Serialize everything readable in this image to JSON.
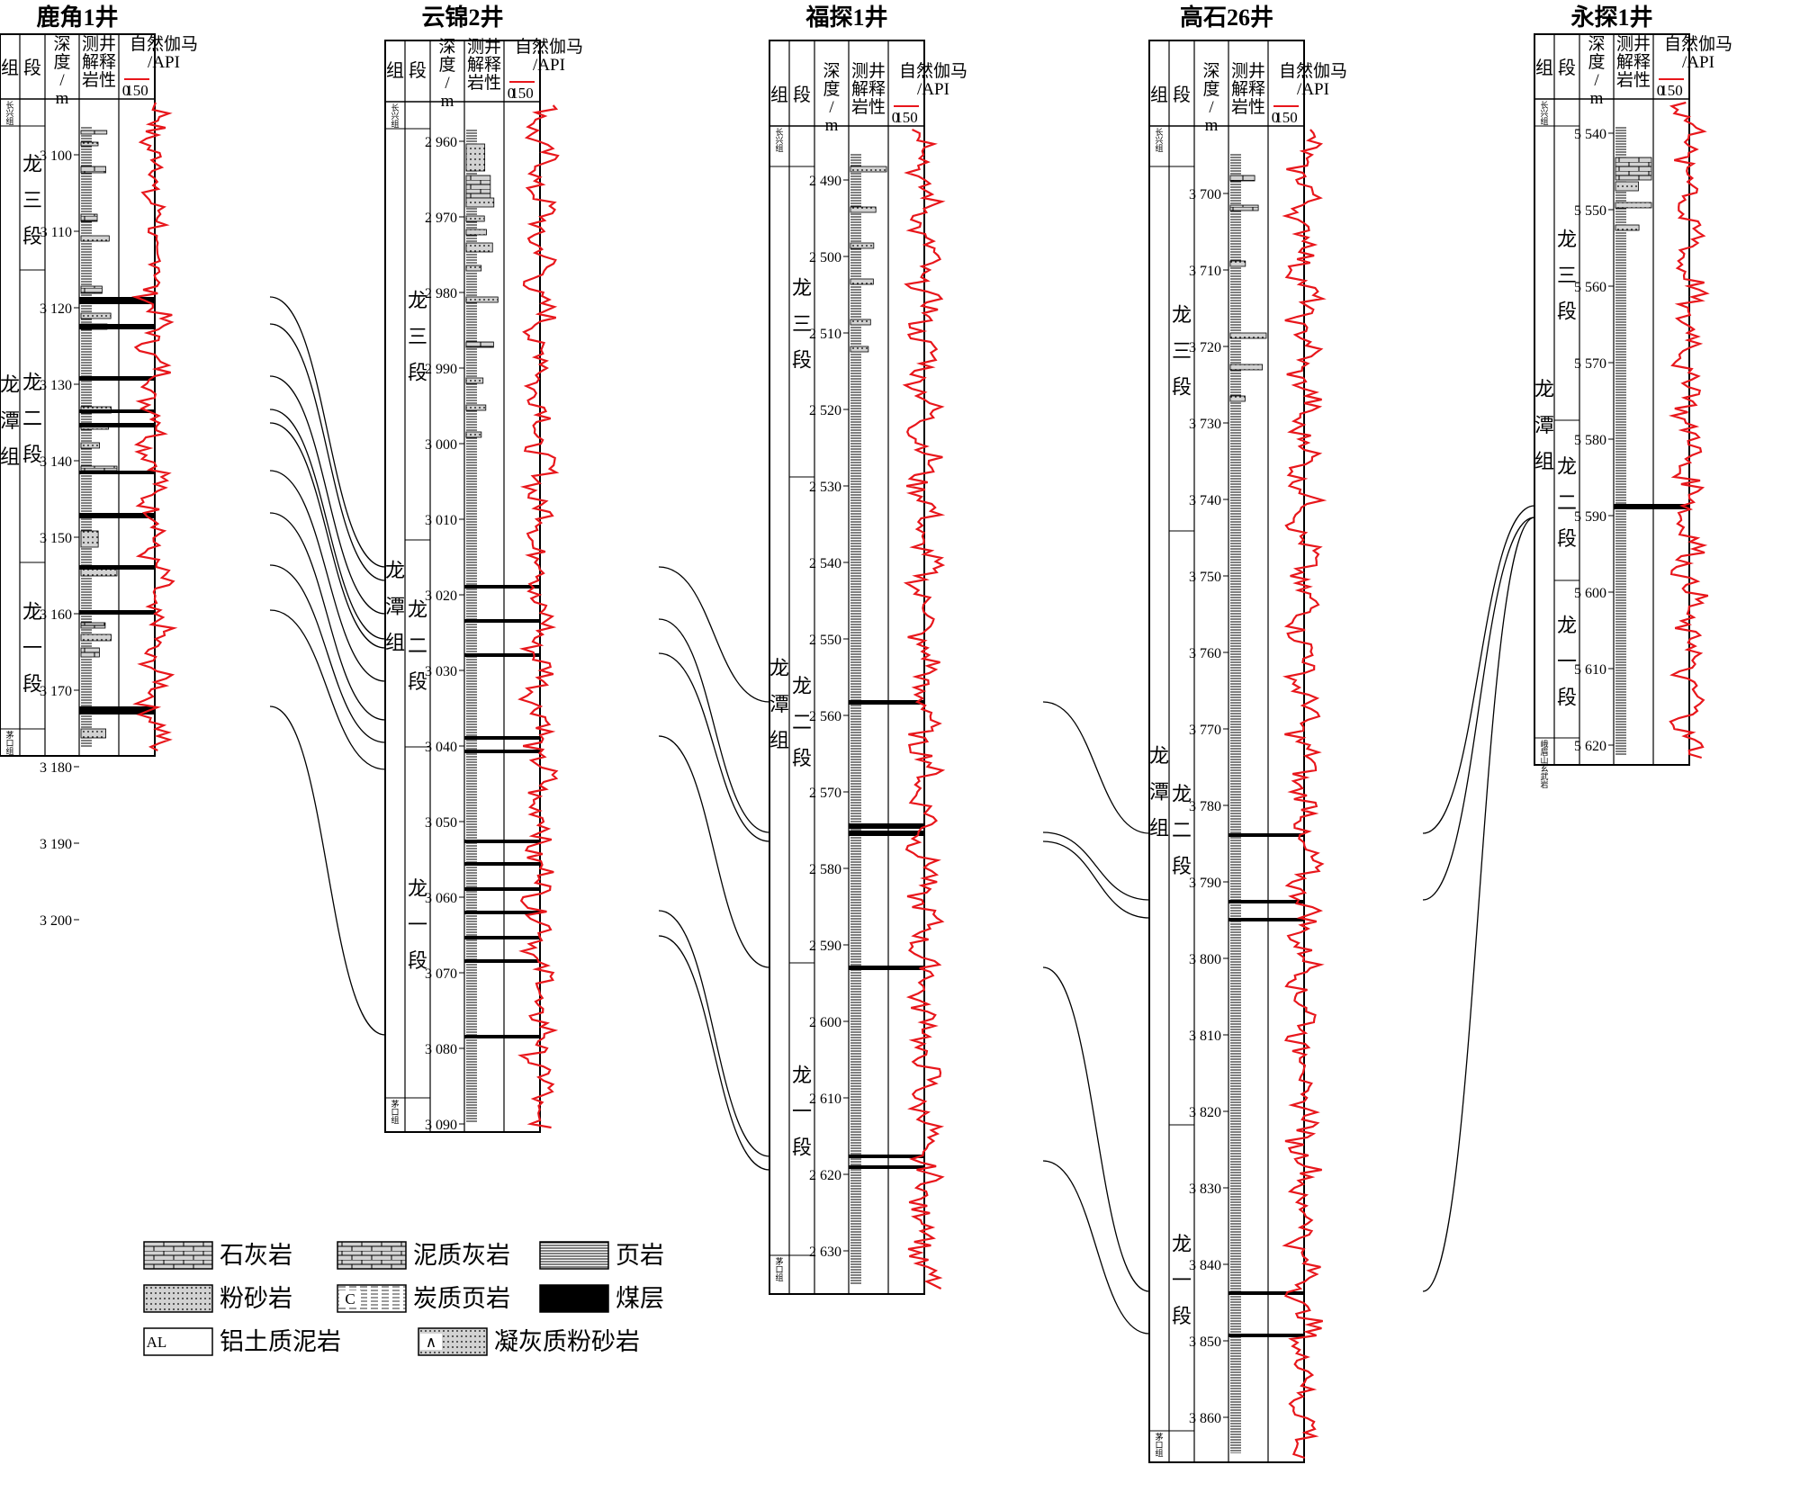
{
  "headers": {
    "group": "组",
    "member": "段",
    "depth": "深度/m",
    "lithology": "测井解释岩性",
    "gr": "自然伽马/API",
    "gr_min": "0",
    "gr_max": "150"
  },
  "colors": {
    "gr_curve": "#e8161b",
    "coal": "#000000",
    "lithology_fill": "#cfcfcf"
  },
  "wells": [
    {
      "name": "鹿角1井",
      "ticks": [
        "3 100",
        "3 110",
        "3 120",
        "3 130",
        "3 140",
        "3 150",
        "3 160",
        "3 170",
        "3 180",
        "3 190",
        "3 200"
      ],
      "top_formation": "长兴组",
      "main_formation": "龙潭组",
      "base_formation": "茅口组",
      "members": [
        "龙三段",
        "龙二段",
        "龙一段"
      ]
    },
    {
      "name": "云锦2井",
      "ticks": [
        "2 960",
        "2 970",
        "2 980",
        "2 990",
        "3 000",
        "3 010",
        "3 020",
        "3 030",
        "3 040",
        "3 050",
        "3 060",
        "3 070",
        "3 080",
        "3 090"
      ],
      "top_formation": "长兴组",
      "main_formation": "龙潭组",
      "base_formation": "茅口组",
      "members": [
        "龙三段",
        "龙二段",
        "龙一段"
      ]
    },
    {
      "name": "福探1井",
      "ticks": [
        "2 490",
        "2 500",
        "2 510",
        "2 520",
        "2 530",
        "2 540",
        "2 550",
        "2 560",
        "2 570",
        "2 580",
        "2 590",
        "2 600",
        "2 610",
        "2 620",
        "2 630"
      ],
      "top_formation": "长兴组",
      "main_formation": "龙潭组",
      "base_formation": "茅口组",
      "members": [
        "龙三段",
        "龙二段",
        "龙一段"
      ]
    },
    {
      "name": "高石26井",
      "ticks": [
        "3 700",
        "3 710",
        "3 720",
        "3 730",
        "3 740",
        "3 750",
        "3 760",
        "3 770",
        "3 780",
        "3 790",
        "3 800",
        "3 810",
        "3 820",
        "3 830",
        "3 840",
        "3 850",
        "3 860"
      ],
      "top_formation": "长兴组",
      "main_formation": "龙潭组",
      "base_formation": "茅口组",
      "members": [
        "龙三段",
        "龙二段",
        "龙一段"
      ]
    },
    {
      "name": "永探1井",
      "ticks": [
        "5 540",
        "5 550",
        "5 560",
        "5 570",
        "5 580",
        "5 590",
        "5 600",
        "5 610",
        "5 620"
      ],
      "top_formation": "长兴组",
      "main_formation": "龙潭组",
      "base_formation": "峨眉山玄武岩",
      "members": [
        "龙三段",
        "龙二段",
        "龙一段"
      ]
    }
  ],
  "legend": [
    {
      "label": "石灰岩",
      "pattern": "limestone"
    },
    {
      "label": "泥质灰岩",
      "pattern": "marly-limestone"
    },
    {
      "label": "页岩",
      "pattern": "shale"
    },
    {
      "label": "粉砂岩",
      "pattern": "siltstone"
    },
    {
      "label": "炭质页岩",
      "pattern": "carbonaceous-shale",
      "glyph": "C"
    },
    {
      "label": "煤层",
      "pattern": "coal"
    },
    {
      "label": "铝土质泥岩",
      "pattern": "bauxitic-mudstone",
      "glyph": "AL"
    },
    {
      "label": "凝灰质粉砂岩",
      "pattern": "tuffaceous-siltstone",
      "glyph": "∧"
    }
  ]
}
